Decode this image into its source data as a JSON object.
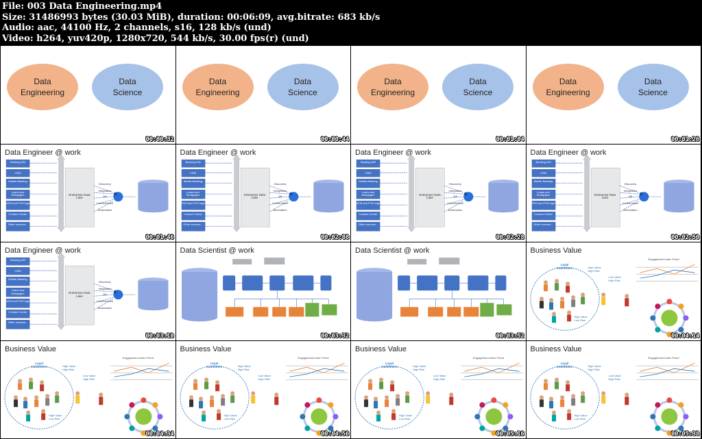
{
  "header": {
    "line1": "File: 003 Data Engineering.mp4",
    "line2": "Size: 31486993 bytes (30.03 MiB), duration: 00:06:09, avg.bitrate: 683 kb/s",
    "line3": "Audio: aac, 44100 Hz, 2 channels, s16, 128 kb/s (und)",
    "line4": "Video: h264, yuv420p, 1280x720, 544 kb/s, 30.00 fps(r) (und)"
  },
  "slides": {
    "compare": {
      "left": "Data\nEngineering",
      "right": "Data\nScience"
    },
    "engineer": {
      "title": "Data Engineer @ work",
      "sources": [
        "Banking Will",
        "CRM",
        "Mobile Banking",
        "Loans and Mortgages",
        "ATM and POS logs",
        "Contact Center",
        "Other sources..."
      ],
      "lake": "Enterprise Data Lake",
      "steps": [
        "Discovery",
        "Integration",
        "QA",
        "Conformance",
        "Automation"
      ]
    },
    "scientist": {
      "title": "Data Scientist @ work"
    },
    "business": {
      "title": "Business Value",
      "loyal": "Loyal Customers",
      "hvhr": "High Value High Risk",
      "lvhr": "Low Value High Risk",
      "hvlr": "High Value Low Risk",
      "trend": "Engagement Index Trend"
    }
  },
  "thumbnails": [
    {
      "type": "compare",
      "time": "00:00:32"
    },
    {
      "type": "compare",
      "time": "00:00:44"
    },
    {
      "type": "compare",
      "time": "00:01:04"
    },
    {
      "type": "compare",
      "time": "00:01:26"
    },
    {
      "type": "engineer",
      "time": "00:01:46"
    },
    {
      "type": "engineer",
      "time": "00:02:08"
    },
    {
      "type": "engineer",
      "time": "00:02:28"
    },
    {
      "type": "engineer",
      "time": "00:02:50"
    },
    {
      "type": "engineer",
      "time": "00:03:10"
    },
    {
      "type": "scientist",
      "time": "00:03:32"
    },
    {
      "type": "scientist",
      "time": "00:03:52"
    },
    {
      "type": "business",
      "time": "00:04:14"
    },
    {
      "type": "business",
      "time": "00:04:34"
    },
    {
      "type": "business",
      "time": "00:04:56"
    },
    {
      "type": "business",
      "time": "00:05:16"
    },
    {
      "type": "business",
      "time": "00:05:38"
    }
  ],
  "colors": {
    "engineering": "#f2b38a",
    "science": "#a7c2e8",
    "source_box": "#4472c4",
    "cylinder": "#8fa6e0"
  }
}
